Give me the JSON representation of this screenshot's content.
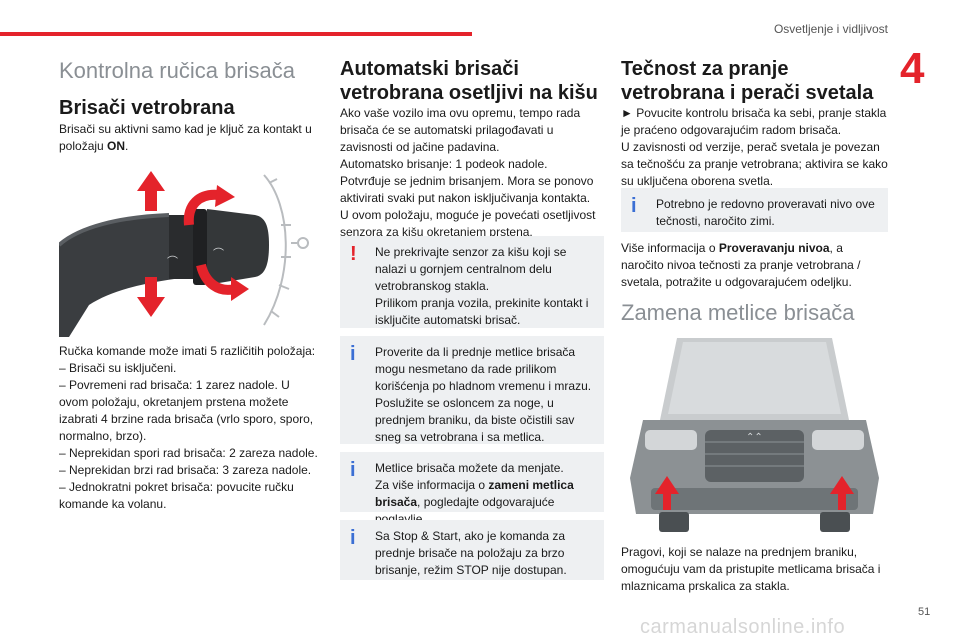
{
  "header": {
    "section_title": "Osvetljenje i vidljivost",
    "chapter": "4"
  },
  "page_number": "51",
  "watermark": "carmanualsonline.info",
  "col1": {
    "title": "Kontrolna ručica brisača",
    "subtitle": "Brisači vetrobrana",
    "intro_pre": "Brisači su aktivni samo kad je ključ za kontakt u položaju ",
    "intro_bold": "ON",
    "intro_post": ".",
    "positions_text": "Ručka komande može imati 5 različitih položaja:\n–  Brisači su isključeni.\n–  Povremeni rad brisača: 1 zarez nadole. U ovom položaju, okretanjem prstena možete izabrati 4 brzine rada brisača (vrlo sporo, sporo, normalno, brzo).\n–  Neprekidan spori rad brisača: 2 zareza nadole.\n–  Neprekidan brzi rad brisača: 3 zareza nadole.\n–  Jednokratni pokret brisača: povucite ručku komande ka volanu."
  },
  "col2": {
    "title": "Automatski brisači vetrobrana osetljivi na kišu",
    "body": "Ako vaše vozilo ima ovu opremu, tempo rada brisača će se automatski prilagođavati u zavisnosti od jačine padavina.\nAutomatsko brisanje: 1 podeok nadole.\nPotvrđuje se jednim brisanjem. Mora se ponovo aktivirati svaki put nakon isključivanja kontakta.\nU ovom položaju, moguće je povećati osetljivost senzora za kišu okretanjem prstena.",
    "warning_box": "Ne prekrivajte senzor za kišu koji se nalazi u gornjem centralnom delu vetrobranskog stakla.\nPrilikom pranja vozila, prekinite kontakt i isključite automatski brisač.",
    "info_box1": "Proverite da li prednje metlice brisača mogu nesmetano da rade prilikom korišćenja po hladnom vremenu i mrazu.\nPoslužite se osloncem za noge, u prednjem braniku, da biste očistili sav sneg sa vetrobrana i sa metlica.",
    "info_box2_pre": "Metlice brisača možete da menjate.\nZa više informacija o ",
    "info_box2_bold": "zameni metlica brisača",
    "info_box2_post": ", pogledajte odgovarajuće poglavlje.",
    "info_box3": "Sa Stop & Start, ako je komanda za prednje brisače na položaju za brzo brisanje, režim STOP nije dostupan."
  },
  "col3": {
    "title": "Tečnost za pranje vetrobrana i perači svetala",
    "body": "►  Povucite kontrolu brisača ka sebi, pranje stakla je praćeno odgovarajućim radom brisača.\nU zavisnosti od verzije, perač svetala je povezan sa tečnošću za pranje vetrobrana; aktivira se kako su uključena oborena svetla.",
    "info_box": "Potrebno je redovno proveravati nivo ove tečnosti, naročito zimi.",
    "more_pre": "Više informacija o ",
    "more_bold": "Proveravanju nivoa",
    "more_post": ", a naročito nivoa tečnosti za pranje vetrobrana / svetala, potražite u odgovarajućem odeljku.",
    "title2": "Zamena metlice brisača",
    "caption": "Pragovi, koji se nalaze na prednjem braniku, omogućuju vam da pristupite metlicama brisača i mlaznicama prskalica za stakla."
  },
  "colors": {
    "accent": "#e4232b",
    "info": "#3b6fd4",
    "box_bg": "#eef0f2"
  },
  "icons": {
    "warning": "exclamation-icon",
    "info": "info-icon"
  }
}
